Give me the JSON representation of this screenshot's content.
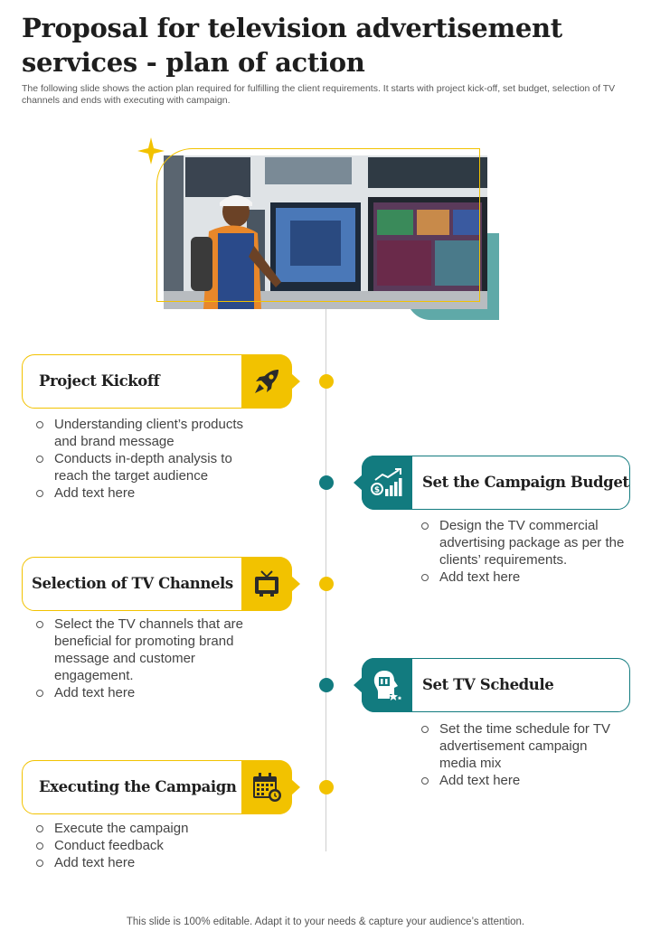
{
  "title": "Proposal for television advertisement services - plan of action",
  "subtitle": "The following slide shows the action plan required for fulfilling the client requirements. It starts with project kick-off, set budget, selection of TV channels and ends with executing with campaign.",
  "steps": [
    {
      "title": "Project Kickoff",
      "icon": "rocket-icon",
      "bullets": [
        "Understanding client’s products and brand message",
        "Conducts in-depth analysis to reach the target audience",
        "Add text here"
      ]
    },
    {
      "title": "Set the Campaign Budget",
      "icon": "budget-growth-icon",
      "bullets": [
        "Design the TV commercial advertising package as per the clients’ requirements.",
        "Add text here"
      ]
    },
    {
      "title": "Selection of TV Channels",
      "icon": "tv-icon",
      "bullets": [
        "Select the TV channels that are beneficial for promoting brand message and customer engagement.",
        "Add text here"
      ]
    },
    {
      "title": "Set TV Schedule",
      "icon": "schedule-head-icon",
      "bullets": [
        "Set the time schedule for TV advertisement campaign media mix",
        "Add text here"
      ]
    },
    {
      "title": "Executing the Campaign",
      "icon": "calendar-icon",
      "bullets": [
        "Execute the campaign",
        "Conduct feedback",
        "Add text here"
      ]
    }
  ],
  "footer": "This slide is 100% editable. Adapt it to your needs & capture your audience’s attention.",
  "colors": {
    "accent_yellow": "#f2c200",
    "accent_teal": "#127b7f",
    "teal_light": "#5fa9a8"
  }
}
